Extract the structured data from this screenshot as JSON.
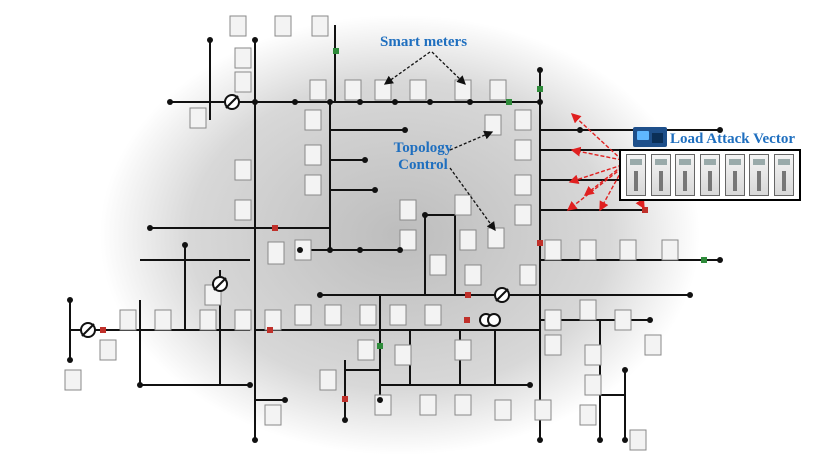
{
  "labels": {
    "smart_meters": "Smart meters",
    "topology_line1": "Topology",
    "topology_line2": "Control",
    "load_attack": "Load Attack Vector"
  },
  "colors": {
    "label_blue": "#1f6fbf",
    "attack_arrow": "#e02020",
    "breaker_open": "#c0302a",
    "breaker_closed": "#2e8b3a",
    "line": "#111111"
  },
  "icons": [
    "transformer-icon",
    "smart-meter-icon",
    "breaker-icon",
    "attack-vector-logo-icon"
  ]
}
